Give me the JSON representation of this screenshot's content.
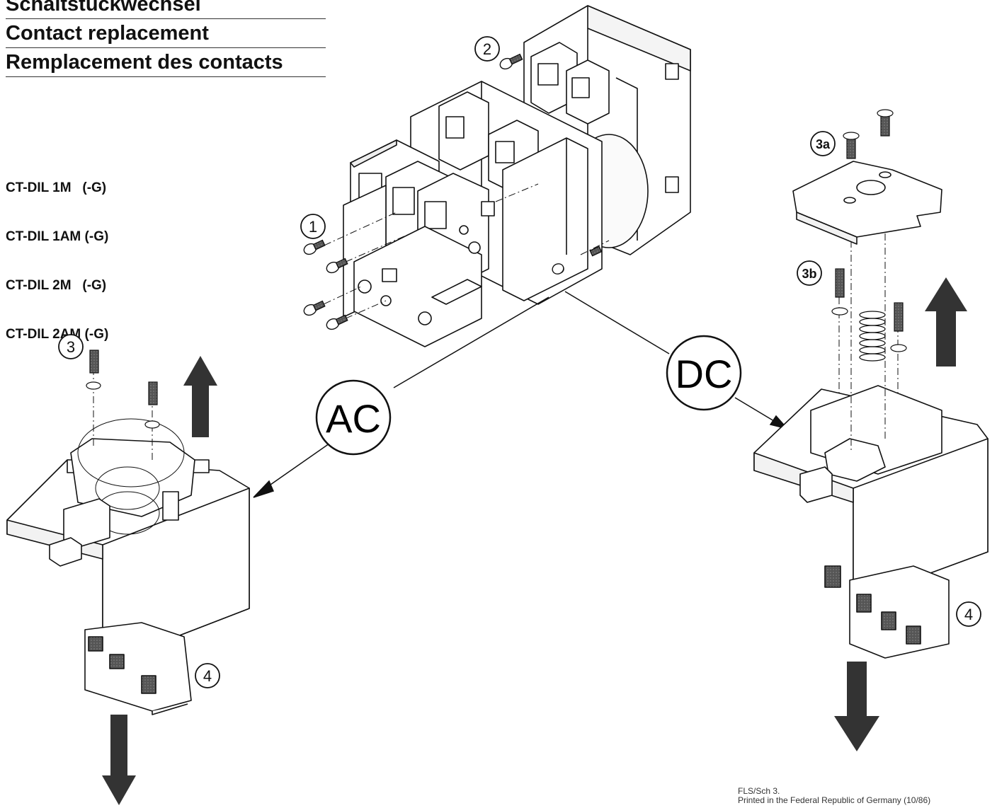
{
  "titles": [
    "Schaltstückwechsel",
    "Contact replacement",
    "Remplacement des contacts"
  ],
  "models": [
    "CT-DIL 1M   (-G)",
    "CT-DIL 1AM (-G)",
    "CT-DIL 2M   (-G)",
    "CT-DIL 2AM (-G)"
  ],
  "callouts": {
    "step1": "1",
    "step2": "2",
    "step3": "3",
    "step3a": "3a",
    "step3b": "3b",
    "step4_ac": "4",
    "step4_dc": "4",
    "ac": "AC",
    "dc": "DC"
  },
  "footer": {
    "line1": "FLS/Sch 3.",
    "line2": "Printed in the Federal Republic of Germany (10/86)"
  }
}
